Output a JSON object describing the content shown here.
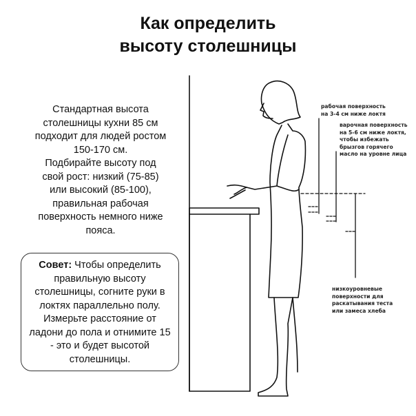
{
  "title": {
    "line1": "Как определить",
    "line2": "высоту столешницы"
  },
  "intro": [
    "Стандартная высота",
    "столешницы кухни 85 см",
    "подходит для людей ростом",
    "150-170 см.",
    "Подбирайте высоту под",
    "свой рост: низкий (75-85)",
    "или высокий (85-100),",
    "правильная рабочая",
    "поверхность немного ниже",
    "пояса."
  ],
  "tip": {
    "label": "Совет:",
    "text": " Чтобы определить правильную высоту столешницы, согните руки в локтях параллельно полу. Измерьте расстояние от ладони до пола и отнимите 15 - это и будет высотой столешницы."
  },
  "notes": {
    "work": [
      "рабочая поверхность",
      "на 3-4 см ниже локтя"
    ],
    "cooking": [
      "варочная поверхность",
      "на 5-6 см ниже локтя,",
      "чтобы избежать",
      "брызгов горячего",
      "масло на уровне лица"
    ],
    "low": [
      "низкоуровневые",
      "поверхности для",
      "раскатывания теста",
      "или замеса хлеба"
    ]
  }
}
